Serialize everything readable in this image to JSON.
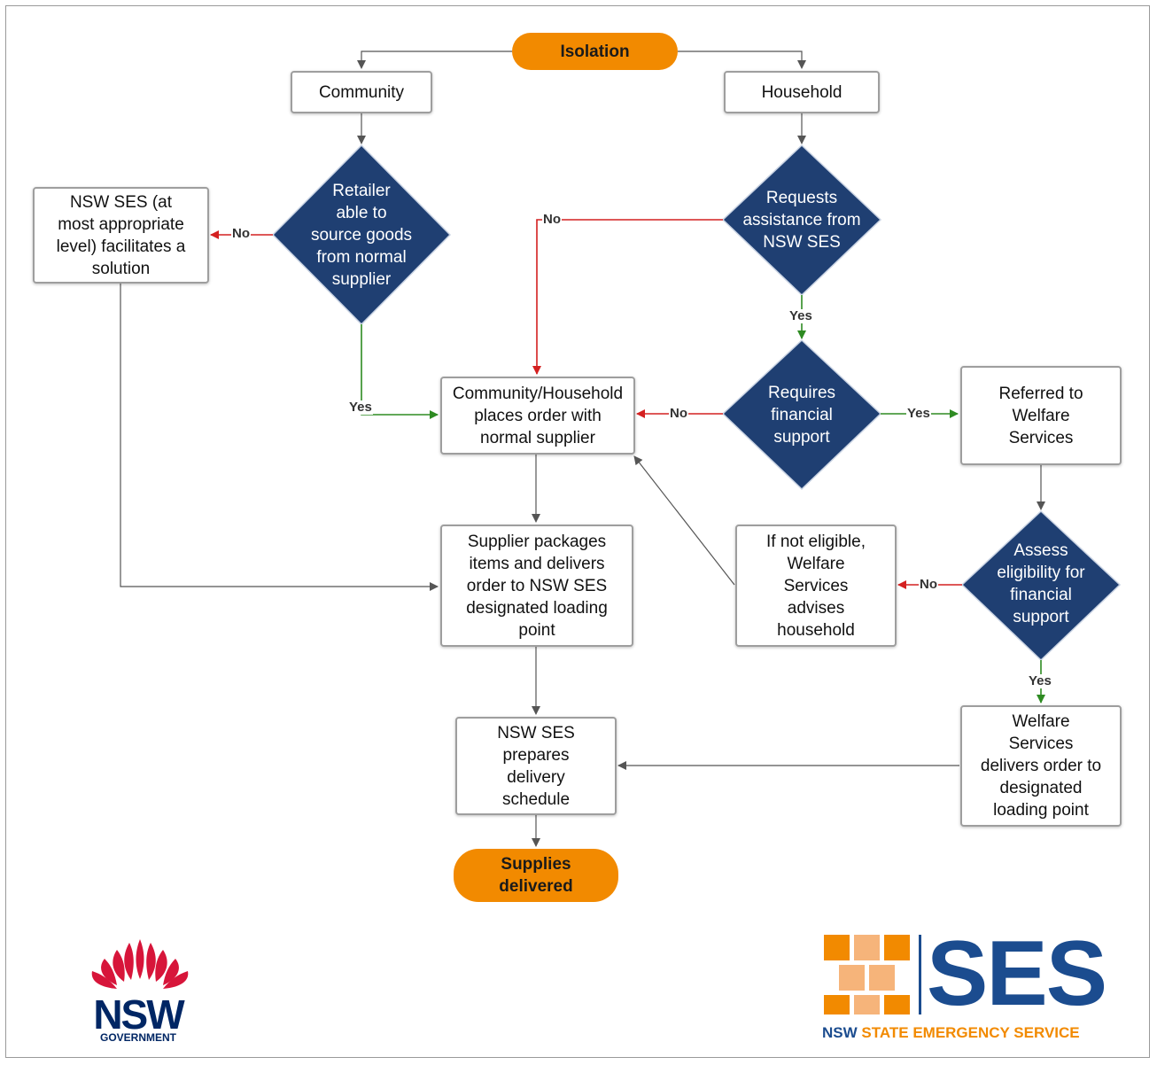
{
  "nodes": {
    "isolation": "Isolation",
    "community": "Community",
    "household": "Household",
    "retailer": [
      "Retailer",
      "able to",
      "source goods",
      "from normal",
      "supplier"
    ],
    "ses_solution": [
      "NSW SES (at",
      "most appropriate",
      "level) facilitates a",
      "solution"
    ],
    "requests": [
      "Requests",
      "assistance from",
      "NSW SES"
    ],
    "requires": [
      "Requires",
      "financial",
      "support"
    ],
    "order": [
      "Community/Household",
      "places order with",
      "normal supplier"
    ],
    "referred": [
      "Referred to",
      "Welfare",
      "Services"
    ],
    "packages": [
      "Supplier packages",
      "items and delivers",
      "order to NSW SES",
      "designated loading",
      "point"
    ],
    "not_eligible": [
      "If not eligible,",
      "Welfare",
      "Services",
      "advises",
      "household"
    ],
    "assess": [
      "Assess",
      "eligibility for",
      "financial",
      "support"
    ],
    "welfare_delivers": [
      "Welfare",
      "Services",
      "delivers order to",
      "designated",
      "loading point"
    ],
    "schedule": [
      "NSW SES",
      "prepares",
      "delivery",
      "schedule"
    ],
    "delivered": [
      "Supplies",
      "delivered"
    ]
  },
  "edge_labels": {
    "retailer_no": "No",
    "retailer_yes": "Yes",
    "requests_no": "No",
    "requests_yes": "Yes",
    "requires_no": "No",
    "requires_yes": "Yes",
    "assess_no": "No",
    "assess_yes": "Yes"
  },
  "logos": {
    "nsw_word": "NSW",
    "nsw_gov": "GOVERNMENT",
    "ses_word": "SES",
    "ses_sub_a": "NSW ",
    "ses_sub_b": "STATE EMERGENCY SERVICE"
  },
  "colors": {
    "terminal": "#f28a00",
    "decision": "#1f3f72",
    "yes_edge": "#2e8b22",
    "no_edge": "#d42020",
    "neutral_edge": "#555555",
    "nsw_blue": "#002664",
    "waratah_red": "#d7153a",
    "ses_blue": "#1b4c8f",
    "ses_orange": "#f28a00"
  }
}
